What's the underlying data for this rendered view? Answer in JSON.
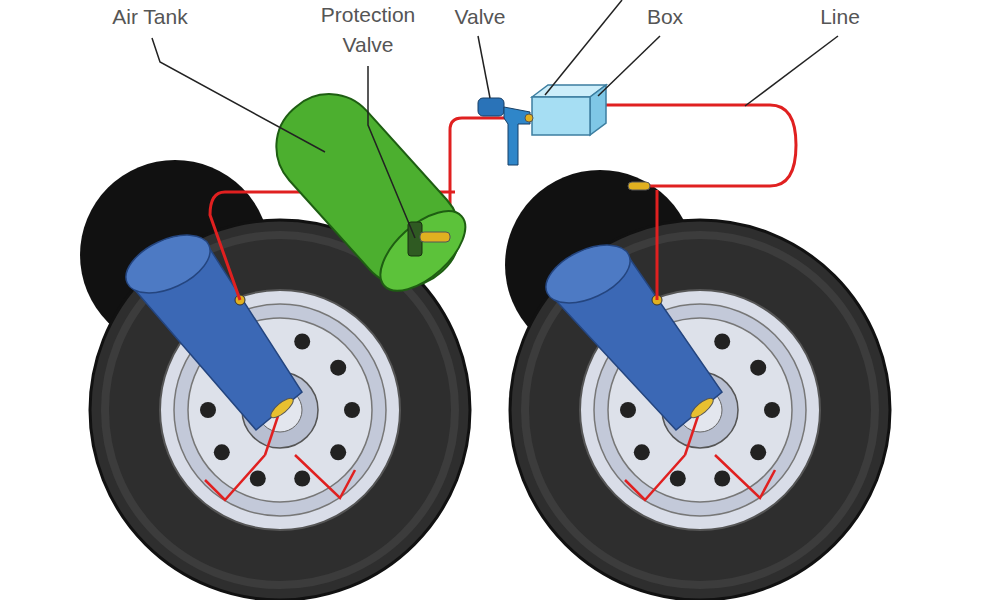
{
  "diagram": {
    "labels": [
      "Air Tank",
      "Protection Valve",
      "Valve",
      "Box",
      "Line"
    ]
  }
}
